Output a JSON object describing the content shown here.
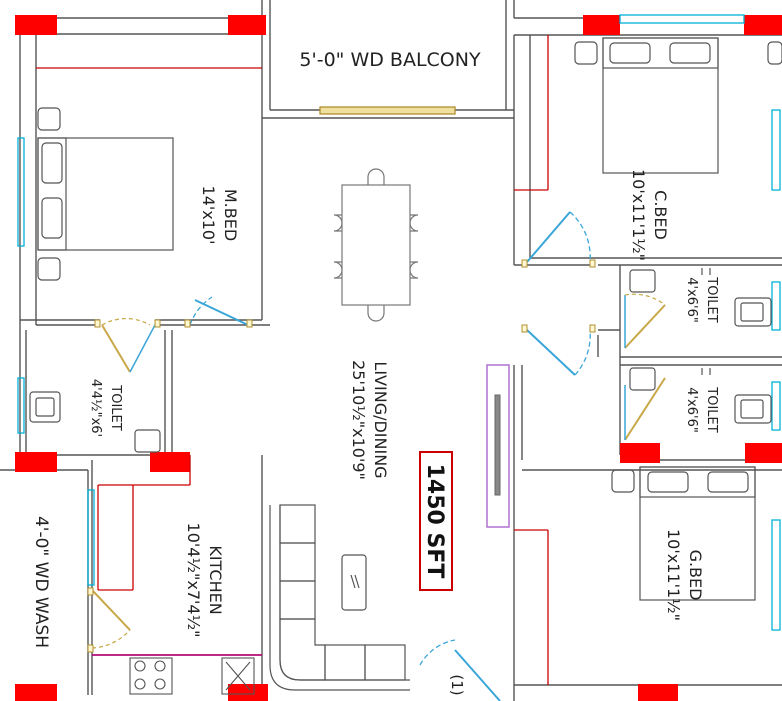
{
  "rooms": {
    "balcony": {
      "name": "5'-0\" WD BALCONY"
    },
    "master_bed": {
      "name": "M.BED",
      "size": "14'x10'"
    },
    "children_bed": {
      "name": "C.BED",
      "size": "10'x11'1½\""
    },
    "toilet_master": {
      "name": "TOILET",
      "size": "4'4½\"x6'"
    },
    "toilet_1": {
      "name": "TOILET",
      "size": "4'x6'6\""
    },
    "toilet_2": {
      "name": "TOILET",
      "size": "4'x6'6\""
    },
    "living_dining": {
      "name": "LIVING/DINING",
      "size": "25'10½\"x10'9\""
    },
    "kitchen": {
      "name": "KITCHEN",
      "size": "10'4½\"x7'4½\""
    },
    "wash": {
      "name": "4'-0\" WD WASH"
    },
    "guest_bed": {
      "name": "G.BED",
      "size": "10'x11'1½\""
    }
  },
  "total_area": "1450 SFT",
  "entrance_mark": "(1)",
  "colors": {
    "wall": "#555555",
    "column": "#ff0000",
    "window": "#00b0d8",
    "door": "#c8a848",
    "swing": "#3aa6d8",
    "counter": "#cc0000",
    "tv_unit": "#b070d0",
    "area_border": "#cc0000"
  },
  "icons": [
    "bed-icon",
    "dining-table-icon",
    "sofa-icon",
    "toilet-icon",
    "washbasin-icon",
    "stove-icon",
    "sink-icon",
    "tv-icon"
  ]
}
